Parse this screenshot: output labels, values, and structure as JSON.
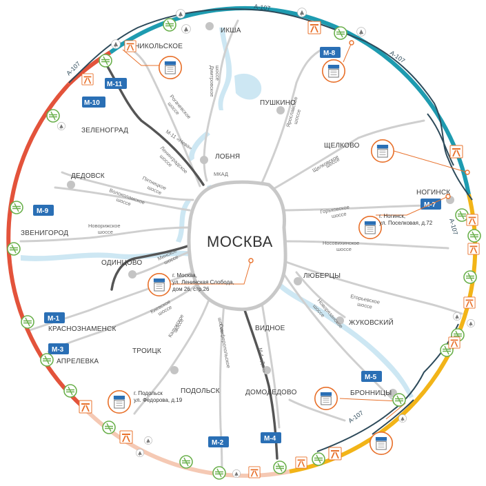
{
  "map": {
    "center_label": "МОСКВА",
    "ring_road_label": "А-107",
    "mkad_label": "МКАД",
    "cities": {
      "iksha": "ИКША",
      "nikolskoe": "НИКОЛЬСКОЕ",
      "pushkino": "ПУШКИНО",
      "zelenograd": "ЗЕЛЕНОГРАД",
      "lobnya": "ЛОБНЯ",
      "schelkovo": "ЩЕЛКОВО",
      "dedovsk": "ДЕДОВСК",
      "noginsk": "НОГИНСК",
      "zvenigorod": "ЗВЕНИГОРОД",
      "odintsovo": "ОДИНЦОВО",
      "lyubertsy": "ЛЮБЕРЦЫ",
      "krasnoznamensk": "КРАСНОЗНАМЕНСК",
      "zhukovsky": "ЖУКОВСКИЙ",
      "aprelevka": "АПРЕЛЕВКА",
      "troitsk": "ТРОИЦК",
      "vidnoe": "ВИДНОЕ",
      "podolsk": "ПОДОЛЬСК",
      "domodedovo": "ДОМОДЕДОВО",
      "bronnitsy": "БРОННИЦЫ"
    },
    "highways": {
      "m1": "М-1",
      "m2": "М-2",
      "m3": "М-3",
      "m4": "М-4",
      "m5": "М-5",
      "m7": "М-7",
      "m8": "М-8",
      "m9": "М-9",
      "m10": "М-10",
      "m11": "М-11"
    },
    "roads": {
      "rogachevskoe": [
        "Рогачевское",
        "шоссе"
      ],
      "dmitrovskoe": [
        "Дмитровское",
        "шоссе"
      ],
      "yaroslavskoe": [
        "Ярославское",
        "шоссе"
      ],
      "m11_neva": "М-11 «Нева»",
      "leningradskoe": [
        "Ленинградское",
        "шоссе"
      ],
      "schelkovskoe": [
        "Щелковское",
        "шоссе"
      ],
      "pyatnitskoe": [
        "Пятницкое",
        "шоссе"
      ],
      "volokolamskoe": [
        "Волоколамское",
        "шоссе"
      ],
      "gorkovskoe": [
        "Горьковское",
        "шоссе"
      ],
      "novorizhskoe": [
        "Новорижское",
        "шоссе"
      ],
      "nosovikhinskoe": [
        "Носовихинское",
        "шоссе"
      ],
      "minskoe": [
        "Минское",
        "шоссе"
      ],
      "egoryevskoe": [
        "Егорьевское",
        "шоссе"
      ],
      "kievskoe": [
        "Киевское",
        "шоссе"
      ],
      "novoryazanskoe": [
        "Новорязанское",
        "шоссе"
      ],
      "kaluzhskoe": [
        "Калужское",
        "шоссе"
      ],
      "simferopolskoe": [
        "Симферопольское",
        "шоссе"
      ],
      "m4_don": "М-4 «Дон»"
    },
    "addresses": {
      "noginsk": [
        "г. Ногинск,",
        "ул. Поселковая, д.72"
      ],
      "moscow": [
        "г. Москва,",
        "ул. Ленинская Слобода,",
        "дом 26, стр.26"
      ],
      "podolsk": [
        "г. Подольск",
        "ул. Федорова, д.19"
      ]
    },
    "colors": {
      "segment_north": "#1e9bb0",
      "segment_west": "#e3533b",
      "segment_south": "#f5c9b4",
      "segment_east": "#f2b418",
      "outer_road": "#2d4a5a",
      "shield": "#2a6fb5",
      "office": "#e8702a",
      "roads": "#cccccc",
      "water": "#cde7f3",
      "interchange": "#6ab04c"
    }
  }
}
